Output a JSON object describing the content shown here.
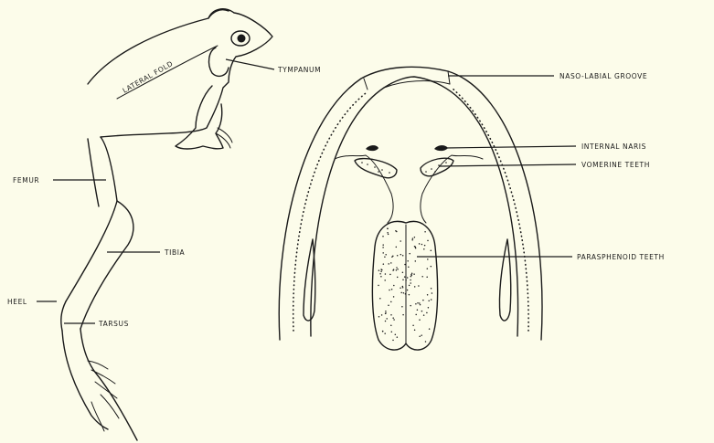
{
  "frog_labels": {
    "lateral_fold": "LATERAL FOLD",
    "tympanum": "TYMPANUM",
    "femur": "FEMUR",
    "tibia": "TIBIA",
    "heel": "HEEL",
    "tarsus": "TARSUS"
  },
  "mouth_labels": {
    "naso_labial_groove": "NASO-LABIAL GROOVE",
    "internal_naris": "INTERNAL NARIS",
    "vomerine_teeth": "VOMERINE TEETH",
    "parasphenoid_teeth": "PARASPHENOID TEETH"
  }
}
